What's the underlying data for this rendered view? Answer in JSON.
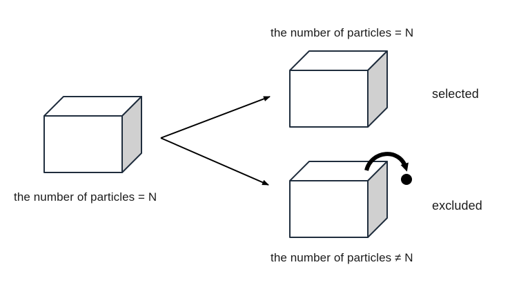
{
  "labels": {
    "left_box": "the number of particles = N",
    "top_box": "the number of particles = N",
    "bottom_box": "the number of particles ≠ N",
    "selected": "selected",
    "excluded": "excluded"
  },
  "colors": {
    "stroke": "#1f2d3d",
    "box_front": "#ffffff",
    "box_side": "#d0d0d0",
    "arrow": "#000000"
  },
  "icons": {
    "curved_arrow": "curved-arrow-icon",
    "particle": "particle-dot-icon"
  }
}
